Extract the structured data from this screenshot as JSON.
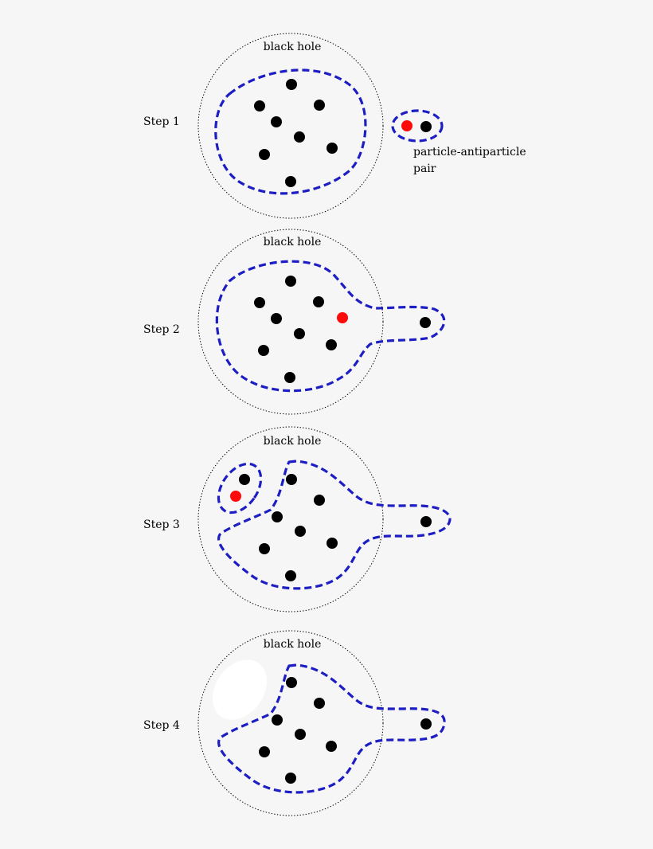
{
  "colors": {
    "background": "#f6f6f6",
    "horizon_dashed": "#1d1dc4",
    "particle": "#000000",
    "antiparticle": "#ff0a0a",
    "evaporated_region": "#ffffff"
  },
  "diagram": {
    "steps": [
      {
        "label": "Step 1",
        "title": "black hole",
        "pair_label_line1": "particle-antiparticle",
        "pair_label_line2": "pair"
      },
      {
        "label": "Step 2",
        "title": "black hole"
      },
      {
        "label": "Step 3",
        "title": "black hole"
      },
      {
        "label": "Step 4",
        "title": "black hole"
      }
    ]
  }
}
